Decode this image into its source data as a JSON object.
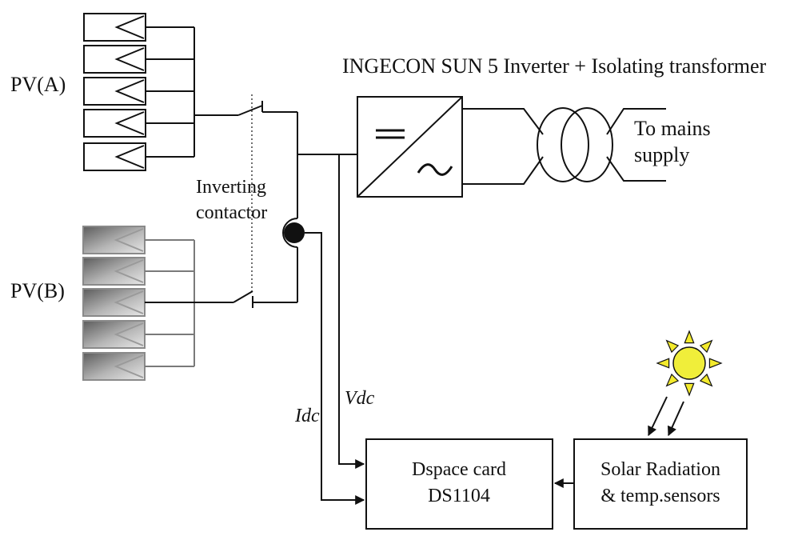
{
  "labels": {
    "pv_a": "PV(A)",
    "pv_b": "PV(B)",
    "inverter_title": "INGECON SUN 5 Inverter + Isolating transformer",
    "contactor_line1": "Inverting",
    "contactor_line2": "contactor",
    "mains_line1": "To mains",
    "mains_line2": "supply",
    "idc": "Idc",
    "vdc": "Vdc",
    "dspace_line1": "Dspace card",
    "dspace_line2": "DS1104",
    "sensors_line1": "Solar Radiation",
    "sensors_line2": "& temp.sensors"
  },
  "colors": {
    "line": "#111111",
    "pv_b_line": "#7a7a7a",
    "sun_fill": "#f0ee3a",
    "sun_ray": "#f3ea2c"
  },
  "icons": {
    "dc_ac_converter": "dc-ac-converter-icon",
    "transformer": "transformer-icon",
    "current_sensor": "current-sensor-icon",
    "sun": "sun-icon"
  }
}
